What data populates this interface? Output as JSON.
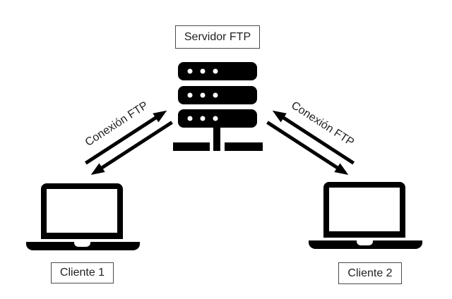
{
  "server": {
    "label": "Servidor FTP",
    "icon": "server-icon"
  },
  "clients": [
    {
      "label": "Cliente 1",
      "icon": "laptop-icon"
    },
    {
      "label": "Cliente 2",
      "icon": "laptop-icon"
    }
  ],
  "connections": [
    {
      "label": "Conexión FTP",
      "direction": "bidirectional"
    },
    {
      "label": "Conexión FTP",
      "direction": "bidirectional"
    }
  ],
  "colors": {
    "icon": "#000000",
    "box_border": "#4a4a4a",
    "text": "#1f1f1f",
    "background": "#ffffff"
  }
}
